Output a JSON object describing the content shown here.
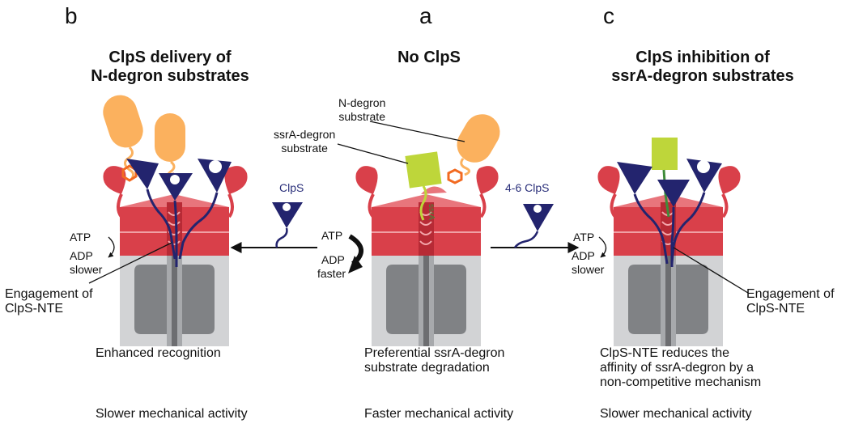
{
  "panels": {
    "b": {
      "letter": "b",
      "title_line1": "ClpS delivery of",
      "title_line2": "N-degron substrates",
      "atp": "ATP",
      "adp": "ADP",
      "rate": "slower",
      "engagement_line1": "Engagement of",
      "engagement_line2": "ClpS-NTE",
      "desc_line1": "Enhanced recognition",
      "activity": "Slower mechanical activity"
    },
    "a": {
      "letter": "a",
      "title": "No ClpS",
      "n_degron_line1": "N-degron",
      "n_degron_line2": "substrate",
      "ssra_line1": "ssrA-degron",
      "ssra_line2": "substrate",
      "atp": "ATP",
      "adp": "ADP",
      "rate": "faster",
      "tag": "ssrA",
      "desc_line1": "Preferential ssrA-degron",
      "desc_line2": "substrate degradation",
      "activity": "Faster mechanical activity"
    },
    "c": {
      "letter": "c",
      "title_line1": "ClpS inhibition of",
      "title_line2": "ssrA-degron substrates",
      "atp": "ATP",
      "adp": "ADP",
      "rate": "slower",
      "engagement_line1": "Engagement of",
      "engagement_line2": "ClpS-NTE",
      "desc_line1": "ClpS-NTE reduces the",
      "desc_line2": "affinity of ssrA-degron by a",
      "desc_line3": "non-competitive mechanism",
      "activity": "Slower mechanical activity"
    }
  },
  "arrows": {
    "left_label": "ClpS",
    "right_label": "4-6 ClpS"
  },
  "colors": {
    "clpx_red": "#d9404a",
    "clpx_light": "#e8757c",
    "clpp_grey": "#d2d3d5",
    "clpp_dark": "#808285",
    "clps_navy": "#23246e",
    "substrate_orange": "#fbb15e",
    "ssra_green": "#bed63a",
    "tag_green": "#3f8c3a",
    "degron_orange": "#f26a21"
  }
}
